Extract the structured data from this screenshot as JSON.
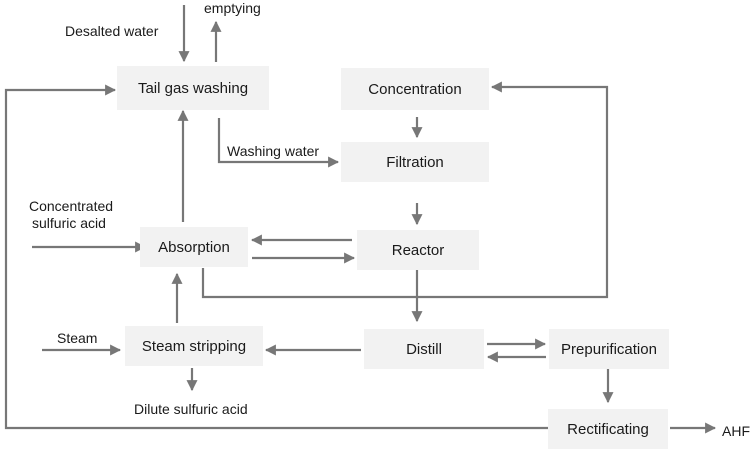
{
  "nodes": {
    "tail_gas_washing": "Tail gas washing",
    "concentration": "Concentration",
    "filtration": "Filtration",
    "absorption": "Absorption",
    "reactor": "Reactor",
    "steam_stripping": "Steam stripping",
    "distill": "Distill",
    "prepurification": "Prepurification",
    "rectificating": "Rectificating"
  },
  "labels": {
    "desalted_water": "Desalted water",
    "emptying": "emptying",
    "washing_water": "Washing water",
    "concentrated_sulfuric_acid_1": "Concentrated",
    "concentrated_sulfuric_acid_2": "sulfuric acid",
    "steam": "Steam",
    "dilute_sulfuric_acid": "Dilute sulfuric acid",
    "ahf": "AHF"
  },
  "colors": {
    "arrow": "#777777",
    "box": "#f2f2f2",
    "text": "#1a1a1a"
  }
}
